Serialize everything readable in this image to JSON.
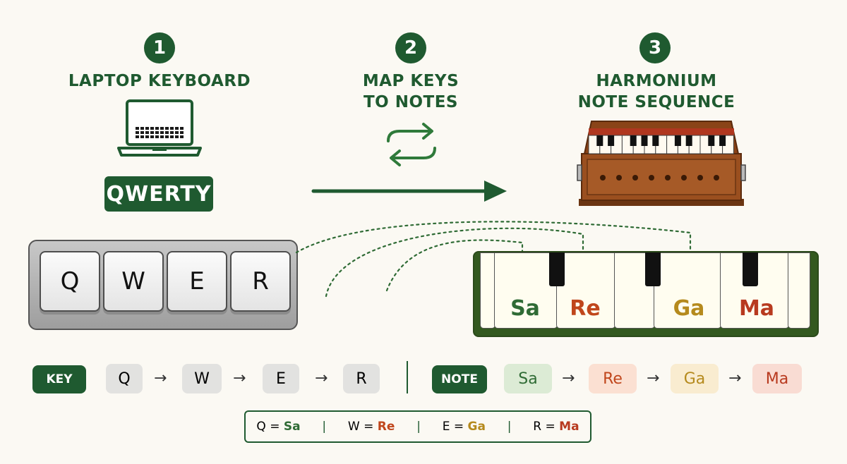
{
  "steps": [
    {
      "number": "1",
      "title_lines": [
        "LAPTOP KEYBOARD"
      ]
    },
    {
      "number": "2",
      "title_lines": [
        "MAP KEYS",
        "TO NOTES"
      ]
    },
    {
      "number": "3",
      "title_lines": [
        "HARMONIUM",
        "NOTE SEQUENCE"
      ]
    }
  ],
  "qwerty_label": "QWERTY",
  "keyboard_keys": [
    "Q",
    "W",
    "E",
    "R"
  ],
  "notes": [
    {
      "name": "Sa",
      "color": "#2f6b35"
    },
    {
      "name": "Re",
      "color": "#c0461c"
    },
    {
      "name": "Ga",
      "color": "#b58a1d"
    },
    {
      "name": "Ma",
      "color": "#b83a1f"
    }
  ],
  "sequence": {
    "key_tag": "KEY",
    "note_tag": "NOTE",
    "arrow": "→",
    "keys": [
      "Q",
      "W",
      "E",
      "R"
    ],
    "notes": [
      "Sa",
      "Re",
      "Ga",
      "Ma"
    ]
  },
  "legend": {
    "separator": "|",
    "items": [
      {
        "key": "Q",
        "eq": "=",
        "note": "Sa",
        "note_color": "#2f6b35"
      },
      {
        "key": "W",
        "eq": "=",
        "note": "Re",
        "note_color": "#c0461c"
      },
      {
        "key": "E",
        "eq": "=",
        "note": "Ga",
        "note_color": "#b58a1d"
      },
      {
        "key": "R",
        "eq": "=",
        "note": "Ma",
        "note_color": "#b83a1f"
      }
    ]
  },
  "colors": {
    "primary_green": "#1f5a30",
    "background": "#fbf9f3"
  },
  "icons": [
    "laptop-icon",
    "swap-arrows-icon",
    "harmonium-icon",
    "right-arrow-icon"
  ]
}
